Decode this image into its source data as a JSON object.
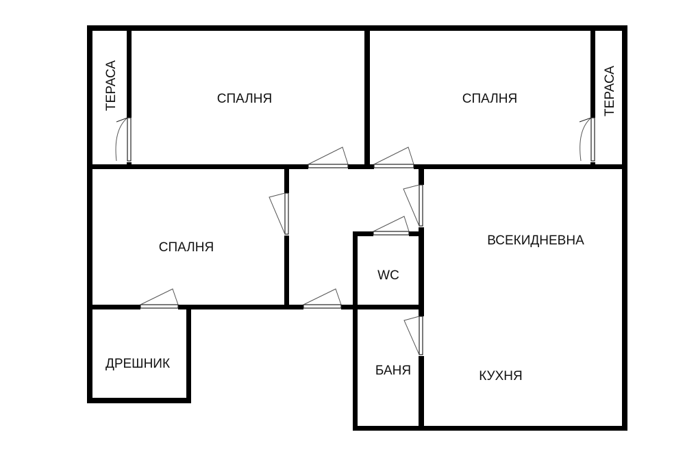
{
  "rooms": {
    "terrace_left": "ТЕРАСА",
    "terrace_right": "ТЕРАСА",
    "bedroom_top_left": "СПАЛНЯ",
    "bedroom_top_right": "СПАЛНЯ",
    "bedroom_left": "СПАЛНЯ",
    "living_room": "ВСЕКИДНЕВНА",
    "wc": "WC",
    "storage": "ДРЕШНИК",
    "bathroom": "БАНЯ",
    "kitchen": "КУХНЯ"
  },
  "colors": {
    "wall": "#000000",
    "background": "#ffffff"
  }
}
